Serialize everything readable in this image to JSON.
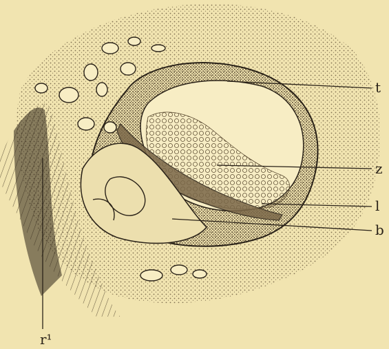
{
  "figure": {
    "labels": {
      "t": "t",
      "z": "z",
      "l": "l",
      "b": "b",
      "r1": "r¹"
    },
    "colors": {
      "paper": "#f1e4b0",
      "ink": "#2a2218",
      "stipple": "#6b5a3e"
    }
  }
}
